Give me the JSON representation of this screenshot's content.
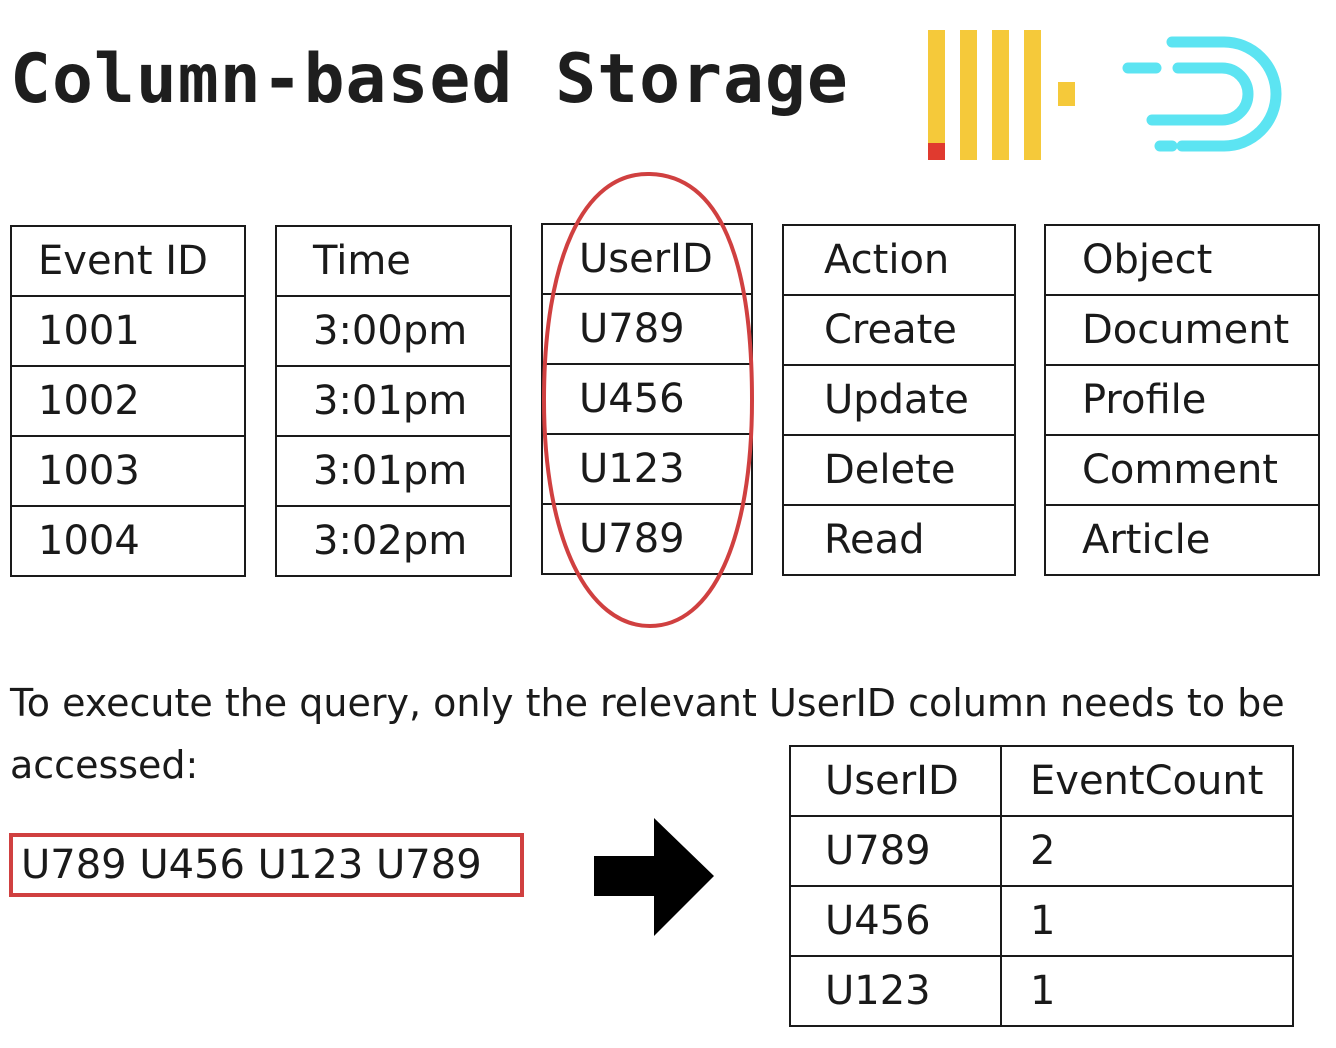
{
  "title": "Column-based Storage",
  "columns": [
    {
      "header": "Event ID",
      "values": [
        "1001",
        "1002",
        "1003",
        "1004"
      ]
    },
    {
      "header": "Time",
      "values": [
        "3:00pm",
        "3:01pm",
        "3:01pm",
        "3:02pm"
      ]
    },
    {
      "header": "UserID",
      "values": [
        "U789",
        "U456",
        "U123",
        "U789"
      ]
    },
    {
      "header": "Action",
      "values": [
        "Create",
        "Update",
        "Delete",
        "Read"
      ]
    },
    {
      "header": "Object",
      "values": [
        "Document",
        "Profile",
        "Comment",
        "Article"
      ]
    }
  ],
  "caption": "To execute the query, only the relevant UserID column needs to be accessed:",
  "stream": "U789 U456 U123 U789",
  "result": {
    "headers": [
      "UserID",
      "EventCount"
    ],
    "rows": [
      [
        "U789",
        "2"
      ],
      [
        "U456",
        "1"
      ],
      [
        "U123",
        "1"
      ]
    ]
  },
  "colors": {
    "highlight": "#d04040",
    "logo_yellow": "#f5c93a",
    "logo_red": "#e03a2f",
    "logo_cyan": "#5ce4f2"
  }
}
